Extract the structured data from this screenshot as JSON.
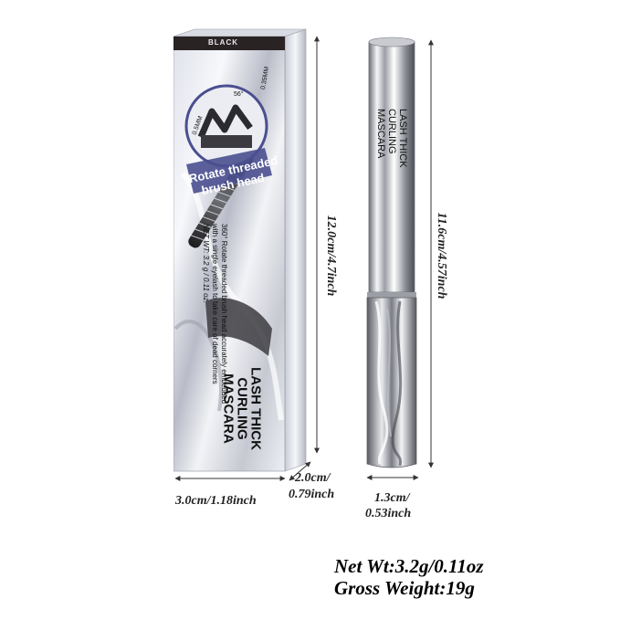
{
  "box": {
    "shade_label": "BLACK",
    "spec_top": "0.35MM",
    "spec_left": "0.5MM",
    "spec_angle": "56°",
    "feature_line1": "Rotate threaded",
    "feature_line2": "brush head",
    "product_line1": "LASH THICK",
    "product_line2": "CURLING",
    "product_line3": "MASCARA",
    "desc_line1": "360° Rotate threaded brush head accurately embedded",
    "desc_line2": "with a single eyelash to take care of dead corners",
    "net_wt": "NET WT: 3.2 g / 0.11 oz."
  },
  "tube": {
    "product_line1": "LASH THICK",
    "product_line2": "CURLING",
    "product_line3": "MASCARA"
  },
  "dimensions": {
    "box_height": "12.0cm/4.7inch",
    "box_width_line1": "3.0cm/1.18inch",
    "box_depth_line1": "2.0cm/",
    "box_depth_line2": "0.79inch",
    "tube_height": "11.6cm/4.57inch",
    "tube_width_line1": "1.3cm/",
    "tube_width_line2": "0.53inch"
  },
  "weights": {
    "net": "Net Wt:3.2g/0.11oz",
    "gross": "Gross Weight:19g"
  },
  "colors": {
    "accent_purple": "#4a4f8f",
    "box_dark": "#2a2324"
  }
}
